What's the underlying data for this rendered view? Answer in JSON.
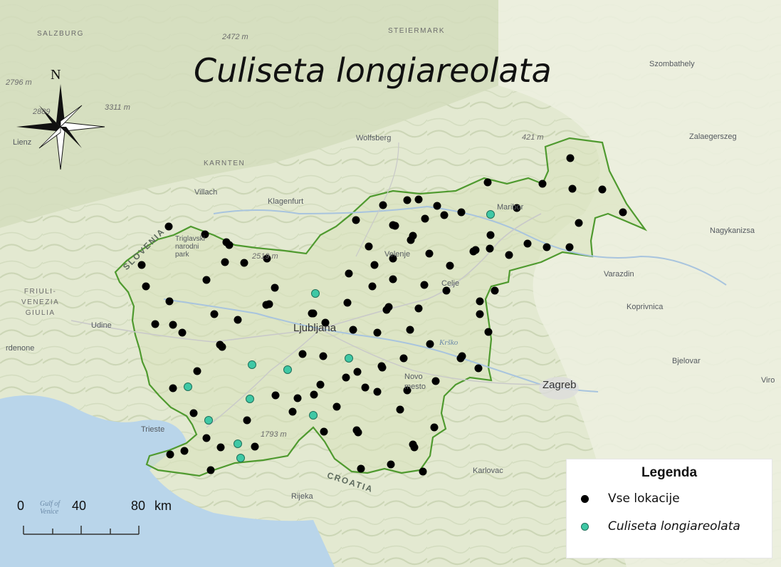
{
  "map": {
    "title": "Culiseta longiareolata",
    "north_label": "N",
    "colors": {
      "land": "#e2e8cf",
      "slovenia_fill": "#d9e3bd",
      "border": "#4f9a2f",
      "water": "#b9d5ea",
      "all_locations": "#000000",
      "species": "#3fc8a5"
    }
  },
  "legend": {
    "title": "Legenda",
    "items": [
      {
        "label": "Vse lokacije",
        "color": "#000000"
      },
      {
        "label": "Culiseta longiareolata",
        "color": "#3fc8a5"
      }
    ]
  },
  "scale_bar": {
    "labels": [
      "0",
      "40",
      "80"
    ],
    "unit": "km"
  },
  "place_labels": {
    "salzburg": "SALZBURG",
    "steiermark": "STEIERMARK",
    "elev_2472": "2472 m",
    "szombathely": "Szombathely",
    "elev_2796": "2796 m",
    "elev_2889": "2889",
    "elev_3311": "3311 m",
    "lienz": "Lienz",
    "wolfsberg": "Wolfsberg",
    "elev_421": "421 m",
    "zalaegerszeg": "Zalaegerszeg",
    "karnten": "KARNTEN",
    "villach": "Villach",
    "klagenfurt": "Klagenfurt",
    "maribor": "Maribor",
    "nagykanizsa": "Nagykanizsa",
    "slovenia": "SLOVENIA",
    "triglavski": "Triglavski\nnarodni\npark",
    "elev_2519": "2519 m",
    "velenje": "Velenje",
    "varazdin": "Varazdin",
    "friuli": "FRIULI-\nVENEZIA\nGIULIA",
    "celje": "Celje",
    "koprivnica": "Koprivnica",
    "udine": "Udine",
    "ljubljana": "Ljubljana",
    "pordenone": "rdenone",
    "krsko": "Krško",
    "bjelovar": "Bjelovar",
    "novo_mesto": "Novo\nmesto",
    "zagreb": "Zagreb",
    "viro": "Viro",
    "trieste": "Trieste",
    "elev_1793": "1793 m",
    "croatia": "CROATIA",
    "karlovac": "Karlovac",
    "rijeka": "Rijeka",
    "gulf": "Gulf of\nVenice"
  },
  "locations_all": [
    [
      237,
      318
    ],
    [
      288,
      329
    ],
    [
      318,
      340
    ],
    [
      322,
      344
    ],
    [
      199,
      372
    ],
    [
      205,
      402
    ],
    [
      238,
      423
    ],
    [
      218,
      455
    ],
    [
      243,
      456
    ],
    [
      256,
      467
    ],
    [
      290,
      393
    ],
    [
      343,
      369
    ],
    [
      316,
      368
    ],
    [
      375,
      363
    ],
    [
      386,
      404
    ],
    [
      378,
      427
    ],
    [
      374,
      428
    ],
    [
      301,
      441
    ],
    [
      334,
      449
    ],
    [
      309,
      484
    ],
    [
      312,
      487
    ],
    [
      277,
      521
    ],
    [
      243,
      545
    ],
    [
      272,
      580
    ],
    [
      290,
      615
    ],
    [
      239,
      638
    ],
    [
      259,
      633
    ],
    [
      296,
      660
    ],
    [
      310,
      628
    ],
    [
      358,
      627
    ],
    [
      347,
      590
    ],
    [
      387,
      555
    ],
    [
      418,
      559
    ],
    [
      411,
      578
    ],
    [
      425,
      497
    ],
    [
      454,
      500
    ],
    [
      450,
      540
    ],
    [
      438,
      440
    ],
    [
      457,
      453
    ],
    [
      440,
      440
    ],
    [
      490,
      384
    ],
    [
      488,
      425
    ],
    [
      496,
      463
    ],
    [
      518,
      346
    ],
    [
      500,
      309
    ],
    [
      538,
      288
    ],
    [
      572,
      281
    ],
    [
      588,
      280
    ],
    [
      552,
      316
    ],
    [
      555,
      317
    ],
    [
      597,
      307
    ],
    [
      614,
      289
    ],
    [
      624,
      302
    ],
    [
      648,
      298
    ],
    [
      526,
      372
    ],
    [
      552,
      363
    ],
    [
      552,
      392
    ],
    [
      580,
      331
    ],
    [
      577,
      337
    ],
    [
      603,
      356
    ],
    [
      632,
      373
    ],
    [
      665,
      353
    ],
    [
      668,
      351
    ],
    [
      523,
      402
    ],
    [
      596,
      400
    ],
    [
      627,
      408
    ],
    [
      546,
      431
    ],
    [
      543,
      435
    ],
    [
      588,
      433
    ],
    [
      576,
      463
    ],
    [
      530,
      467
    ],
    [
      604,
      483
    ],
    [
      567,
      503
    ],
    [
      536,
      514
    ],
    [
      537,
      516
    ],
    [
      502,
      522
    ],
    [
      486,
      530
    ],
    [
      513,
      544
    ],
    [
      530,
      550
    ],
    [
      572,
      548
    ],
    [
      612,
      535
    ],
    [
      562,
      575
    ],
    [
      473,
      571
    ],
    [
      441,
      554
    ],
    [
      501,
      604
    ],
    [
      503,
      607
    ],
    [
      455,
      606
    ],
    [
      549,
      652
    ],
    [
      580,
      624
    ],
    [
      582,
      628
    ],
    [
      594,
      662
    ],
    [
      507,
      658
    ],
    [
      610,
      600
    ],
    [
      674,
      441
    ],
    [
      674,
      423
    ],
    [
      686,
      466
    ],
    [
      649,
      500
    ],
    [
      647,
      503
    ],
    [
      672,
      517
    ],
    [
      689,
      330
    ],
    [
      688,
      349
    ],
    [
      715,
      358
    ],
    [
      741,
      342
    ],
    [
      768,
      347
    ],
    [
      800,
      347
    ],
    [
      695,
      408
    ],
    [
      685,
      256
    ],
    [
      726,
      292
    ],
    [
      762,
      258
    ],
    [
      801,
      222
    ],
    [
      804,
      265
    ],
    [
      846,
      266
    ],
    [
      875,
      298
    ],
    [
      813,
      313
    ]
  ],
  "locations_species": [
    [
      689,
      301
    ],
    [
      443,
      412
    ],
    [
      490,
      503
    ],
    [
      354,
      512
    ],
    [
      404,
      519
    ],
    [
      264,
      543
    ],
    [
      351,
      560
    ],
    [
      293,
      590
    ],
    [
      440,
      583
    ],
    [
      334,
      623
    ],
    [
      338,
      643
    ]
  ]
}
